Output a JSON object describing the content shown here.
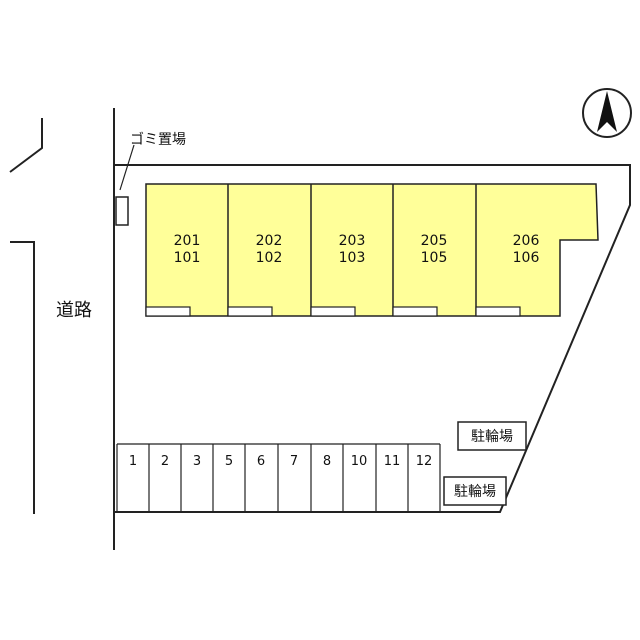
{
  "road": {
    "label": "道路"
  },
  "garbage": {
    "label": "ゴミ置場"
  },
  "bicycle_parking": [
    {
      "label": "駐輪場"
    },
    {
      "label": "駐輪場"
    }
  ],
  "units": [
    {
      "upper": "201",
      "lower": "101"
    },
    {
      "upper": "202",
      "lower": "102"
    },
    {
      "upper": "203",
      "lower": "103"
    },
    {
      "upper": "205",
      "lower": "105"
    },
    {
      "upper": "206",
      "lower": "106"
    }
  ],
  "parking_spaces": [
    "1",
    "2",
    "3",
    "5",
    "6",
    "7",
    "8",
    "10",
    "11",
    "12"
  ],
  "colors": {
    "building_fill": "#ffff99",
    "line": "#222222"
  },
  "icons": {
    "north": "north-arrow-icon"
  }
}
